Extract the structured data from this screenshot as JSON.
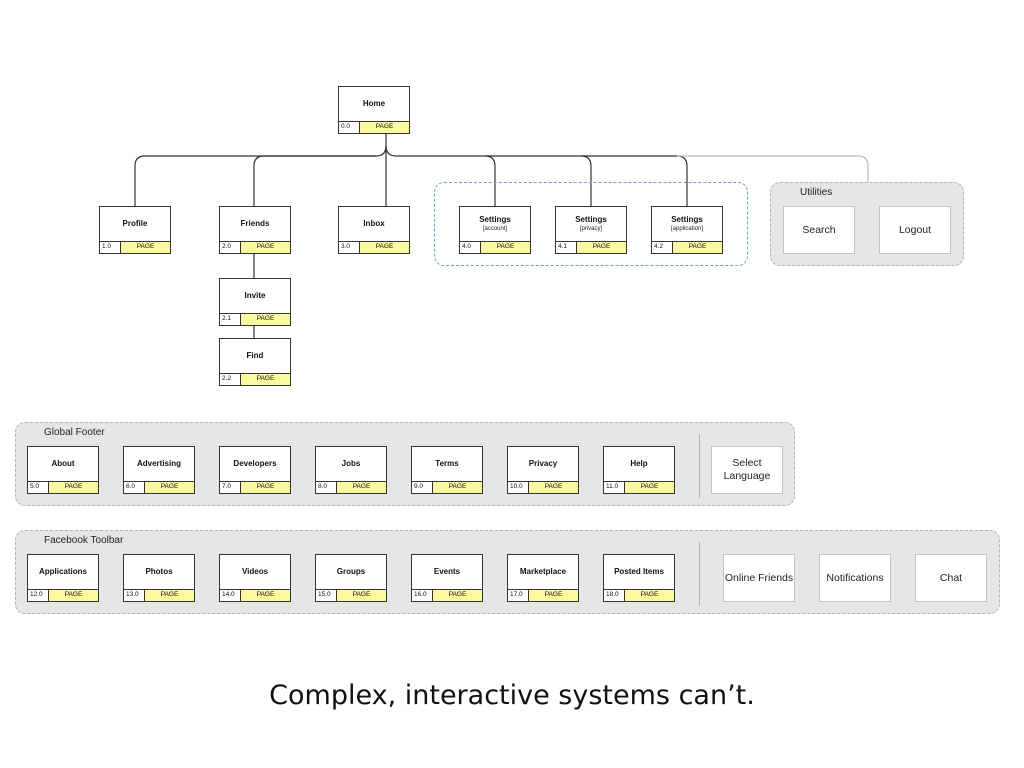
{
  "nodes": [
    {
      "id": "home",
      "name": "Home",
      "sub": "",
      "num": "0.0",
      "kind": "PAGE"
    },
    {
      "id": "profile",
      "name": "Profile",
      "sub": "",
      "num": "1.0",
      "kind": "PAGE"
    },
    {
      "id": "friends",
      "name": "Friends",
      "sub": "",
      "num": "2.0",
      "kind": "PAGE"
    },
    {
      "id": "inbox",
      "name": "Inbox",
      "sub": "",
      "num": "3.0",
      "kind": "PAGE"
    },
    {
      "id": "settings-account",
      "name": "Settings",
      "sub": "[account]",
      "num": "4.0",
      "kind": "PAGE"
    },
    {
      "id": "settings-privacy",
      "name": "Settings",
      "sub": "[privacy]",
      "num": "4.1",
      "kind": "PAGE"
    },
    {
      "id": "settings-application",
      "name": "Settings",
      "sub": "[application]",
      "num": "4.2",
      "kind": "PAGE"
    },
    {
      "id": "invite",
      "name": "Invite",
      "sub": "",
      "num": "2.1",
      "kind": "PAGE"
    },
    {
      "id": "find",
      "name": "Find",
      "sub": "",
      "num": "2.2",
      "kind": "PAGE"
    },
    {
      "id": "about",
      "name": "About",
      "sub": "",
      "num": "5.0",
      "kind": "PAGE"
    },
    {
      "id": "advertising",
      "name": "Advertising",
      "sub": "",
      "num": "6.0",
      "kind": "PAGE"
    },
    {
      "id": "developers",
      "name": "Developers",
      "sub": "",
      "num": "7.0",
      "kind": "PAGE"
    },
    {
      "id": "jobs",
      "name": "Jobs",
      "sub": "",
      "num": "8.0",
      "kind": "PAGE"
    },
    {
      "id": "terms",
      "name": "Terms",
      "sub": "",
      "num": "9.0",
      "kind": "PAGE"
    },
    {
      "id": "privacy",
      "name": "Privacy",
      "sub": "",
      "num": "10.0",
      "kind": "PAGE"
    },
    {
      "id": "help",
      "name": "Help",
      "sub": "",
      "num": "11.0",
      "kind": "PAGE"
    },
    {
      "id": "applications",
      "name": "Applications",
      "sub": "",
      "num": "12.0",
      "kind": "PAGE"
    },
    {
      "id": "photos",
      "name": "Photos",
      "sub": "",
      "num": "13.0",
      "kind": "PAGE"
    },
    {
      "id": "videos",
      "name": "Videos",
      "sub": "",
      "num": "14.0",
      "kind": "PAGE"
    },
    {
      "id": "groups",
      "name": "Groups",
      "sub": "",
      "num": "15.0",
      "kind": "PAGE"
    },
    {
      "id": "events",
      "name": "Events",
      "sub": "",
      "num": "16.0",
      "kind": "PAGE"
    },
    {
      "id": "marketplace",
      "name": "Marketplace",
      "sub": "",
      "num": "17.0",
      "kind": "PAGE"
    },
    {
      "id": "posted-items",
      "name": "Posted Items",
      "sub": "",
      "num": "18.0",
      "kind": "PAGE"
    }
  ],
  "utilities": {
    "label": "Utilities",
    "items": [
      "Search",
      "Logout"
    ]
  },
  "global_footer": {
    "label": "Global Footer",
    "extra": "Select Language"
  },
  "toolbar": {
    "label": "Facebook Toolbar",
    "extras": [
      "Online Friends",
      "Notifications",
      "Chat"
    ]
  },
  "caption": "Complex, interactive systems can’t.",
  "colors": {
    "page_tag": "#fbf9a0",
    "group_bg": "#e6e6e6",
    "settings_dash": "#6a9fe0"
  }
}
